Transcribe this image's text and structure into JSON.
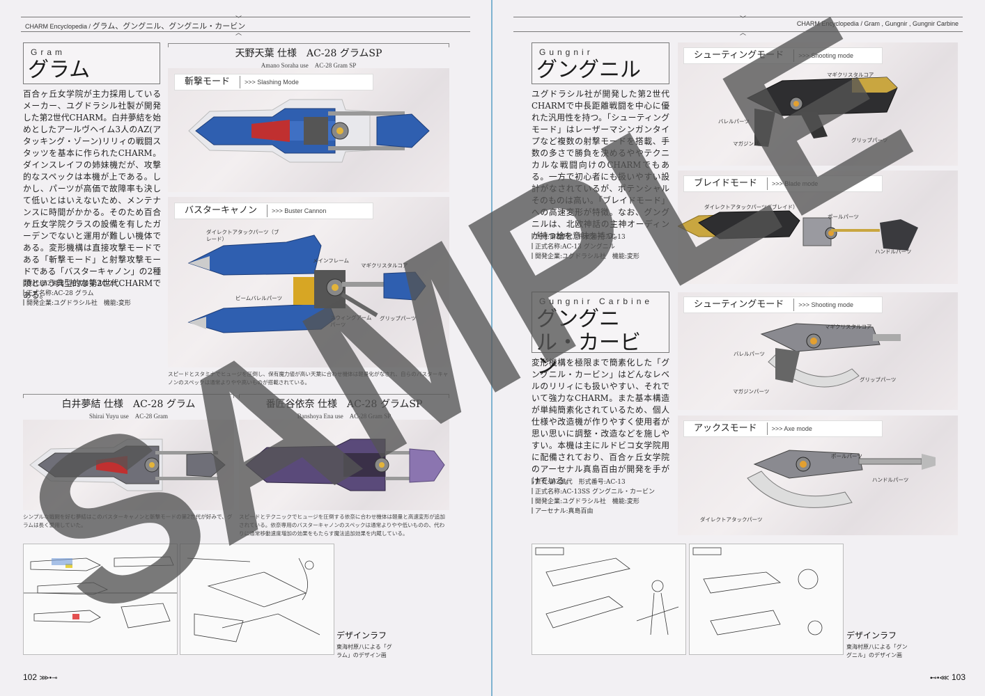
{
  "left": {
    "header": {
      "crumb_en": "CHARM Encyclopedia /",
      "crumb_jp": "グラム、グングニル、グングニル・カービン"
    },
    "title": {
      "en": "Gram",
      "jp": "グラム"
    },
    "body": "百合ヶ丘女学院が主力採用しているメーカー、ユグドラシル社製が開発した第2世代CHARM。白井夢結を始めとしたアールヴヘイム3人のAZ(アタッキング・ゾーン)リリィの戦闘スタッツを基本に作られたCHARM。ダインスレイフの姉妹機だが、攻撃的なスペックは本機が上である。しかし、パーツが高価で故障率も決して低いとはいえないため、メンテナンスに時間がかかる。そのため百合ヶ丘女学院クラスの設備を有したガーデンでないと運用が難しい機体である。変形機構は直接攻撃モードである「斬撃モード」と射撃攻撃モードである「バスターキャノン」の2種類という典型的な第2世代CHARMである。",
    "specs": [
      "世代:第2世代",
      "形式番号:AC-28",
      "正式名称:AC-28 グラム",
      "開発企業:ユグドラシル社",
      "機能:変形"
    ],
    "main_caption": {
      "jp": "天野天葉 仕様　AC-28 グラムSP",
      "en": "Amano Soraha use　AC-28 Gram SP"
    },
    "mode1": {
      "jp": "斬撃モード",
      "en": ">>> Slashing Mode"
    },
    "mode2": {
      "jp": "バスターキャノン",
      "en": ">>> Buster Cannon"
    },
    "callouts": [
      "ダイレクトアタックパーツ（ブレード）",
      "メインフレーム",
      "マギクリスタルコア",
      "ビームバレルパーツ",
      "スウィングアームパーツ",
      "グリップパーツ"
    ],
    "photo_caption": "スピードとスタミナでヒュージを圧倒し、保有魔力値が高い天葉に合わせ機体は軽量化がなされ、自らのバスターキャノンのスペックは通常よりやや高いものが搭載されている。",
    "sub1": {
      "jp": "白井夢結 仕様　AC-28 グラム",
      "en": "Shirai Yuyu use　AC-28 Gram",
      "caption": "シンプルな戦闘を好む夢結はこのバスターキャノンと斬撃モードの第2世代が好みで、グラムは長く愛用していた。"
    },
    "sub2": {
      "jp": "番匠谷依奈 仕様　AC-28 グラムSP",
      "en": "Banshoya Ena use　AC-28 Gram SP",
      "caption": "スピードとテクニックでヒュージを圧倒する依奈に合わせ機体は軽量と高速変形が追加されている。依奈専用のバスターキャノンのスペックは通常よりやや低いものの、代わりに通常移動速度増加の効果をもたらす魔法追加効果を内蔵している。"
    },
    "design": {
      "title": "デザインラフ",
      "desc": "東海村原八による「グラム」のデザイン画"
    },
    "folio": "102"
  },
  "right": {
    "header": {
      "crumb": "CHARM Encyclopedia / Gram , Gungnir , Gungnir Carbine"
    },
    "title1": {
      "en": "Gungnir",
      "jp": "グングニル"
    },
    "body1": "ユグドラシル社が開発した第2世代CHARMで中長距離戦闘を中心に優れた汎用性を持つ。「シューティングモード」はレーザーマシンガンタイプなど複数の射撃モードを搭載、手数の多さで勝負を決めるややテクニカルな戦闘向けのCHARMでもある。一方で初心者にも扱いやすい設計がなされているが、ポテンシャルそのものは高い。「ブレイドモード」への高速変形が特徴。なお、グングニルは、北欧神話の主神オーディンが持つ槍を意味を持つ。",
    "specs1": [
      "世代:第2世代",
      "形式番号:AC-13",
      "正式名称:AC-13 グングニル",
      "開発企業:ユグドラシル社",
      "機能:変形"
    ],
    "title2": {
      "en": "Gungnir Carbine",
      "jp": "グングニル・カービン"
    },
    "body2": "変形機構を極限まで簡素化した「グングニル・カービン」はどんなレベルのリリィにも扱いやすい、それでいて強力なCHARM。また基本構造が単純簡素化されているため、個人仕様や改造機が作りやすく使用者が思い思いに調整・改造などを施しやすい。本機は主にルドビコ女学院用に配備されており、百合ヶ丘女学院のアーセナル真島百由が開発を手がけている。",
    "specs2": [
      "世代:第2世代",
      "形式番号:AC-13",
      "正式名称:AC-13SS グングニル・カービン",
      "開発企業:ユグドラシル社",
      "機能:変形",
      "アーセナル:真島百由"
    ],
    "modes": [
      {
        "jp": "シューティングモード",
        "en": ">>> Shooting mode"
      },
      {
        "jp": "ブレイドモード",
        "en": ">>> Blade mode"
      },
      {
        "jp": "シューティングモード",
        "en": ">>> Shooting mode"
      },
      {
        "jp": "アックスモード",
        "en": ">>> Axe mode"
      }
    ],
    "callouts": [
      "マギクリスタルコア",
      "バレルパーツ",
      "マガジンパーツ",
      "グリップパーツ",
      "ダイレクトアタックパーツ（ブレイド）",
      "ポールパーツ",
      "ハンドルパーツ"
    ],
    "design": {
      "title": "デザインラフ",
      "desc": "東海村原八による「グングニル」のデザイン画"
    },
    "folio": "103"
  },
  "watermark": "SAMPLE",
  "colors": {
    "gutter": "#7fb3d0",
    "blue_charm": "#2f5fb0",
    "gray_charm": "#6f6f78",
    "purple_charm": "#5a4a7a",
    "gold": "#c9a640",
    "watermark": "#555555"
  }
}
